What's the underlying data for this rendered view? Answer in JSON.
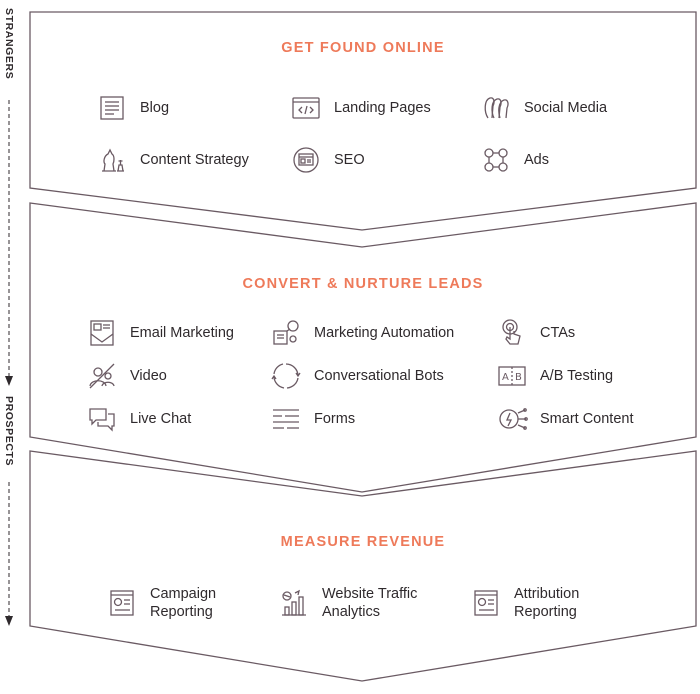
{
  "colors": {
    "accent": "#ee7a5a",
    "stroke": "#6a5a63",
    "text": "#2f2a2d"
  },
  "side_labels": {
    "top": "STRANGERS",
    "bottom": "PROSPECTS"
  },
  "stages": [
    {
      "title": "GET FOUND ONLINE",
      "items": [
        {
          "label": "Blog",
          "icon": "blog-icon"
        },
        {
          "label": "Landing Pages",
          "icon": "landing-pages-icon"
        },
        {
          "label": "Social Media",
          "icon": "social-media-icon"
        },
        {
          "label": "Content Strategy",
          "icon": "content-strategy-icon"
        },
        {
          "label": "SEO",
          "icon": "seo-icon"
        },
        {
          "label": "Ads",
          "icon": "ads-icon"
        }
      ]
    },
    {
      "title": "CONVERT & NURTURE LEADS",
      "items": [
        {
          "label": "Email Marketing",
          "icon": "email-marketing-icon"
        },
        {
          "label": "Marketing Automation",
          "icon": "marketing-automation-icon"
        },
        {
          "label": "CTAs",
          "icon": "cta-icon"
        },
        {
          "label": "Video",
          "icon": "video-icon"
        },
        {
          "label": "Conversational Bots",
          "icon": "conversational-bots-icon"
        },
        {
          "label": "A/B Testing",
          "icon": "ab-testing-icon"
        },
        {
          "label": "Live Chat",
          "icon": "live-chat-icon"
        },
        {
          "label": "Forms",
          "icon": "forms-icon"
        },
        {
          "label": "Smart Content",
          "icon": "smart-content-icon"
        }
      ]
    },
    {
      "title": "MEASURE REVENUE",
      "items": [
        {
          "label": "Campaign\nReporting",
          "icon": "campaign-reporting-icon"
        },
        {
          "label": "Website Traffic\nAnalytics",
          "icon": "website-traffic-analytics-icon"
        },
        {
          "label": "Attribution\nReporting",
          "icon": "attribution-reporting-icon"
        }
      ]
    }
  ]
}
